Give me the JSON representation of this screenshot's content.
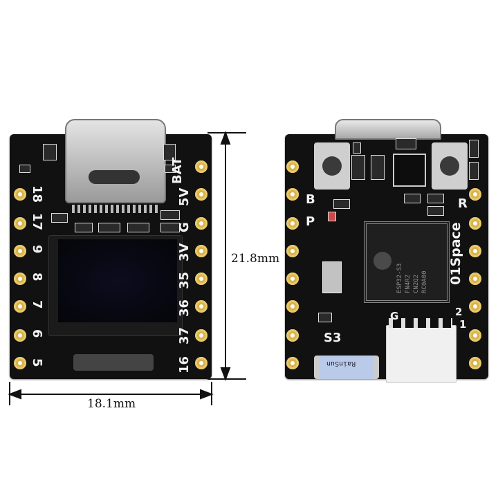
{
  "dimensions": {
    "height": "21.8mm",
    "width": "18.1mm"
  },
  "front_board": {
    "top_labels": [
      "BAT"
    ],
    "right_pins": [
      "5V",
      "G",
      "3V",
      "35",
      "36",
      "37",
      "16"
    ],
    "left_pins": [
      "18",
      "17",
      "9",
      "8",
      "7",
      "6",
      "5"
    ]
  },
  "back_board": {
    "labels": {
      "b": "B",
      "p": "P",
      "r": "R",
      "s3": "S3",
      "g": "G",
      "two": "2",
      "one": "1",
      "brand": "01Space",
      "antenna": "RainSun"
    },
    "chip_text": [
      "ESP32-S3",
      "FN4R2",
      "CN2Q2",
      "RC0A00"
    ]
  },
  "colors": {
    "board": "#111111",
    "pads": "#d9b24a",
    "silkscreen": "#f2f2f2",
    "connector": "#f0f0f0",
    "usb": "#c8c8c8"
  }
}
